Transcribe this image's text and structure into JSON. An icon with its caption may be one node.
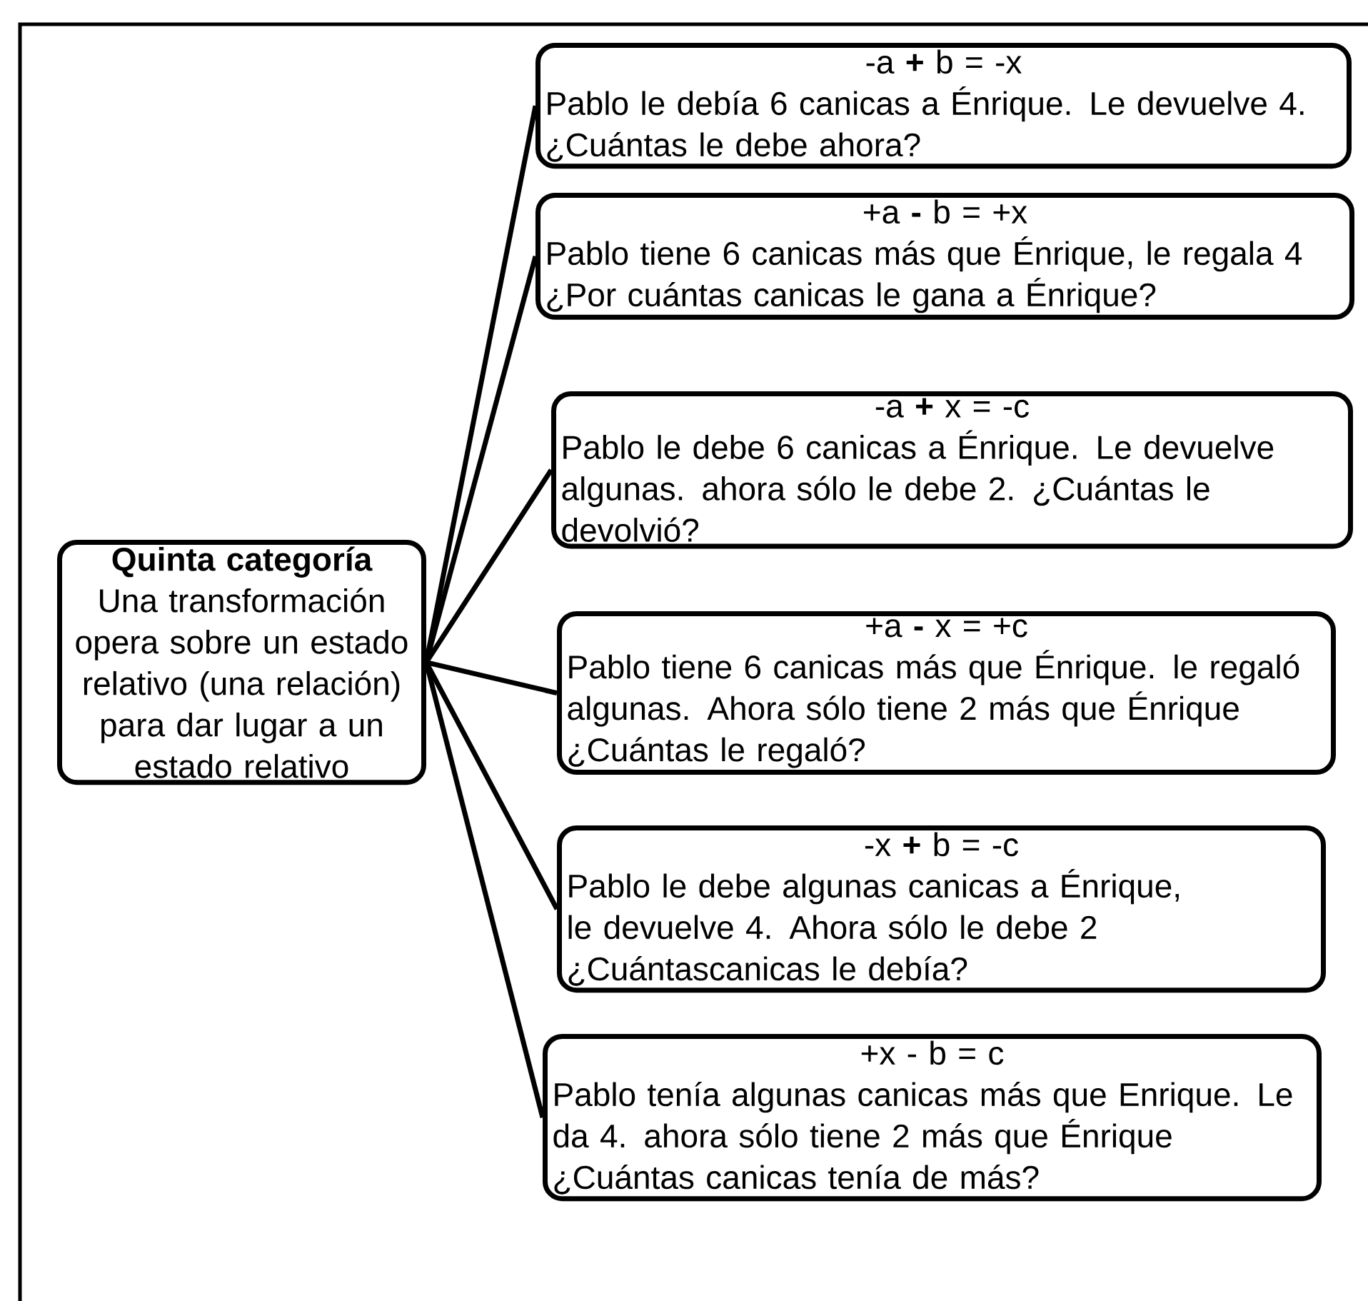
{
  "diagram": {
    "nodes": [
      {
        "text": [
          "Quinta categoría",
          "Una transformación opera sobre un estado relativo (una relación) para dar lugar a un estado relativo"
        ]
      },
      {
        "text": [
          "-a **+** b = -x",
          "Pablo le debía 6 canicas a Énrique. Le devuelve 4. ¿Cuántas le debe ahora?"
        ]
      },
      {
        "text": [
          "+a **-** b = +x",
          "Pablo tiene 6 canicas más que Énrique, le regala 4 ¿Por cuántas canicas le gana a Énrique?"
        ]
      },
      {
        "text": [
          "-a **+** x = -c",
          "Pablo le debe 6 canicas a Énrique. Le devuelve algunas. ahora sólo le debe 2. ¿Cuántas le devolvió?"
        ]
      },
      {
        "text": [
          "+a **-** x = +c",
          "Pablo tiene 6 canicas más que Énrique. le regaló algunas. Ahora sólo tiene 2 más que Énrique ¿Cuántas le regaló?"
        ]
      },
      {
        "text": [
          "-x **+** b = -c",
          "Pablo le debe algunas canicas a Énrique, le devuelve 4. Ahora sólo le debe 2 ¿Cuántascanicas le debía?"
        ]
      },
      {
        "text": [
          "+x - b = c",
          "Pablo tenía algunas canicas más que Enrique. Le da 4. ahora sólo tiene 2 más que Énrique",
          "¿Cuántas canicas tenía de más?"
        ]
      }
    ],
    "edges": [
      {
        "from": 0,
        "to": 1,
        "arrow": "none"
      },
      {
        "from": 0,
        "to": 2,
        "arrow": "none"
      },
      {
        "from": 0,
        "to": 3,
        "arrow": "none"
      },
      {
        "from": 0,
        "to": 4,
        "arrow": "none"
      },
      {
        "from": 0,
        "to": 5,
        "arrow": "none"
      },
      {
        "from": 0,
        "to": 6,
        "arrow": "none"
      }
    ]
  }
}
